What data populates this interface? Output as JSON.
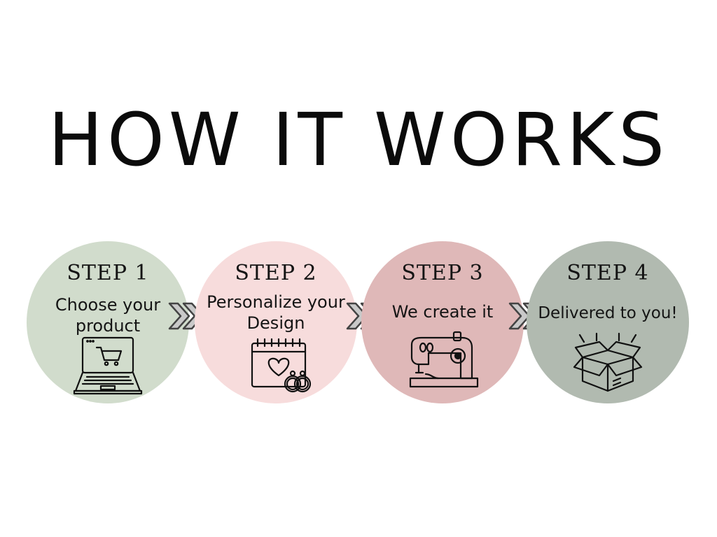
{
  "title": "HOW IT WORKS",
  "steps": [
    {
      "label": "STEP 1",
      "text": "Choose your\nproduct",
      "icon": "laptop-cart-icon",
      "color": "#d1dccc"
    },
    {
      "label": "STEP 2",
      "text": "Personalize your\nDesign",
      "icon": "calendar-heart-rings-icon",
      "color": "#f7dcdc"
    },
    {
      "label": "STEP 3",
      "text": "We create it",
      "icon": "sewing-machine-icon",
      "color": "#dfb8b8"
    },
    {
      "label": "STEP 4",
      "text": "Delivered to you!",
      "icon": "open-box-icon",
      "color": "#b1bab0"
    }
  ]
}
